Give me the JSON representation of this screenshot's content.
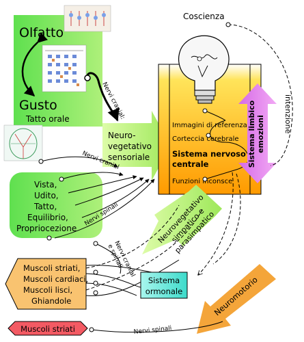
{
  "senses_top": {
    "title": "Olfatto",
    "subtitle": "Gusto",
    "subtitle2": "Tatto orale"
  },
  "senses_bottom": {
    "lines": [
      "Vista,",
      "Udito,",
      "Tatto,",
      "Equilibrio,",
      "Propriocezione"
    ]
  },
  "neuro_sensory": {
    "lines": [
      "Neuro-",
      "vegetativo",
      "sensoriale"
    ]
  },
  "brain_box": {
    "coscienza": "Coscienza",
    "immagini": "Immagini di referenza",
    "corteccia": "Corteccia cerebrale",
    "snc_line1": "Sistema nervoso",
    "snc_line2": "centrale",
    "funzioni": "Funzioni inconsce"
  },
  "limbic": {
    "line1": "Sistema limbico",
    "line2": "emozioni"
  },
  "intenzione": "intenzione",
  "nerve_labels": {
    "cranial_top": "Nervi cranial:",
    "cranial_mid": "Nervi cranial",
    "spinal_mid": "Nervi spinali",
    "cranial_spinal_1": "Nervi cranial",
    "cranial_spinal_2": "e spinali",
    "spinal_bottom": "Nervi spinali"
  },
  "autonomic": {
    "lines": [
      "Neurovegetativo",
      "simpatico e",
      "parasimpatico"
    ]
  },
  "effectors": {
    "lines": [
      "Muscoli striati,",
      "Muscoli cardiaci,",
      "Muscoli lisci,",
      "Ghiandole"
    ]
  },
  "hormonal": {
    "line1": "Sistema",
    "line2": "ormonale"
  },
  "neuromotor": "Neuromotorio",
  "striated": "Muscoli striati",
  "colors": {
    "green": "#66e45a",
    "neuro_green": "#b6f27a",
    "brain_yellow": "#ffe14a",
    "limbic_pink": "#e98cf0",
    "effector_orange": "#f9c370",
    "hormonal_cyan": "#4fe7d8",
    "neuromotor_orange": "#f4a53a",
    "striated_red": "#f35a63"
  }
}
